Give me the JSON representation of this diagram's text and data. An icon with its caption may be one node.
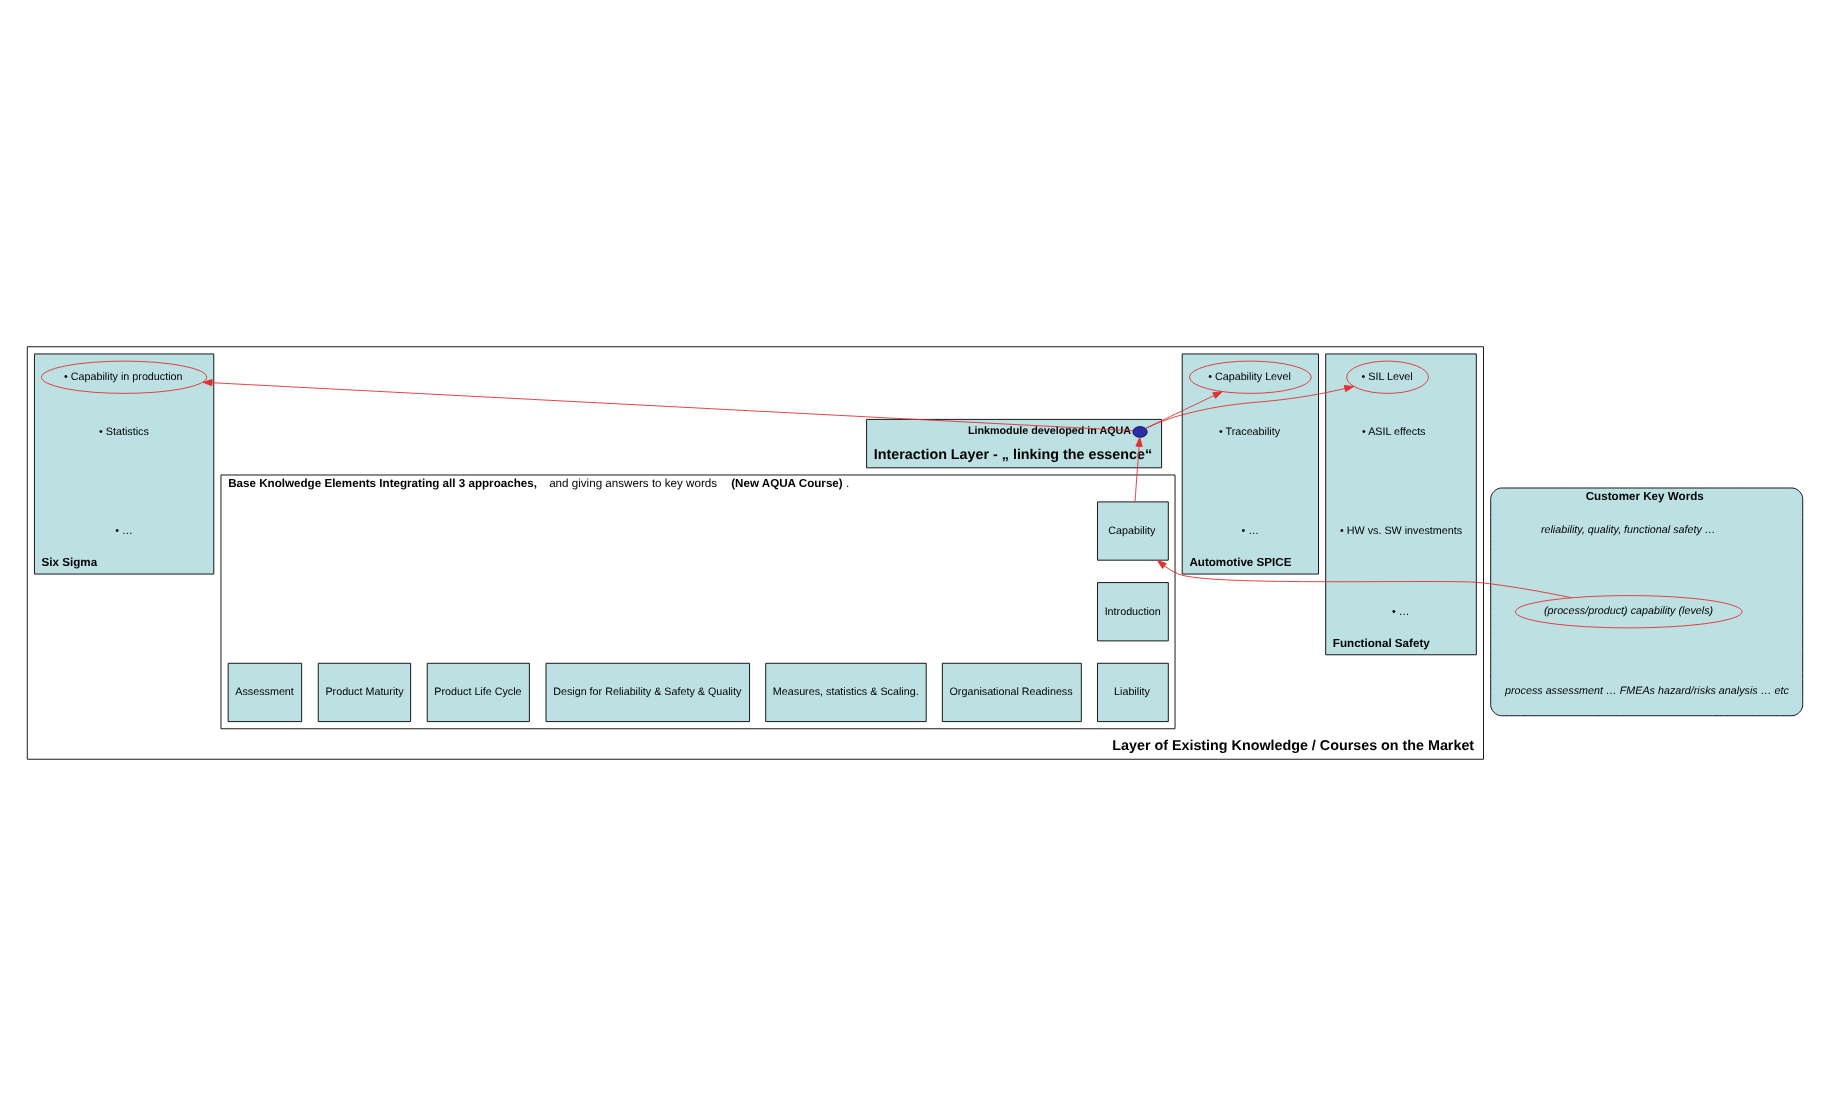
{
  "diagram": {
    "nodes": [
      {
        "text": [
          "Layer of Existing Knowledge / Courses on the Market"
        ]
      },
      {
        "text": [
          "Automotive SPICE"
        ],
        "in": 0
      },
      {
        "text": [
          "• Capability Level"
        ],
        "in": 1
      },
      {
        "text": [
          "• Traceability"
        ],
        "in": 1
      },
      {
        "text": [
          "• …"
        ],
        "in": 1
      },
      {
        "text": [
          "Functional Safety"
        ],
        "in": 0
      },
      {
        "text": [
          "• SIL Level"
        ],
        "in": 5
      },
      {
        "text": [
          "• ASIL effects"
        ],
        "in": 5
      },
      {
        "text": [
          "• HW vs. SW investments"
        ],
        "in": 5
      },
      {
        "text": [
          "• …"
        ],
        "in": 5
      },
      {
        "text": [
          "Six Sigma"
        ],
        "in": 0
      },
      {
        "text": [
          "• Capability in production"
        ],
        "in": 10
      },
      {
        "text": [
          "• Statistics"
        ],
        "in": 10
      },
      {
        "text": [
          "• …"
        ],
        "in": 10
      },
      {
        "text": [
          "Interaction Layer - „ linking the essence“"
        ],
        "in": 0
      },
      {
        "text": [],
        "shape": "circle",
        "beside": [
          "Linkmodule developed in AQUA"
        ],
        "in": 14
      },
      {
        "text": [
          "**Base Knolwedge Elements Integrating all 3 approaches,** and giving answers to key words **(New AQUA Course)**."
        ],
        "in": 0
      },
      {
        "text": [
          "Introduction"
        ],
        "in": 16
      },
      {
        "text": [
          "Liability"
        ],
        "in": 16
      },
      {
        "text": [
          "Organisational Readiness"
        ],
        "in": 16
      },
      {
        "text": [
          "Measures, statistics & Scaling."
        ],
        "in": 16
      },
      {
        "text": [
          "Capability"
        ],
        "in": 16
      },
      {
        "text": [
          "Design for Reliability & Safety & Quality"
        ],
        "in": 16
      },
      {
        "text": [
          "Product Life Cycle"
        ],
        "in": 16
      },
      {
        "text": [
          "Product Maturity"
        ],
        "in": 16
      },
      {
        "text": [
          "Assessment"
        ],
        "in": 16
      },
      {
        "text": [
          "Customer Key Words"
        ]
      },
      {
        "text": [
          "reliability, quality, functional safety …"
        ],
        "in": 26
      },
      {
        "text": [
          "(process/product) capability (levels)"
        ],
        "in": 26
      },
      {
        "text": [
          "process assessment … FMEAs hazard/risks analysis … etc"
        ],
        "in": 26
      }
    ],
    "edges": [
      {
        "from": 28,
        "to": 21,
        "arrow": "to"
      },
      {
        "from": 21,
        "to": 15,
        "arrow": "to"
      },
      {
        "from": 15,
        "to": 2,
        "arrow": "to"
      },
      {
        "from": 15,
        "to": 6,
        "arrow": "to"
      },
      {
        "from": 15,
        "to": 11,
        "arrow": "to"
      }
    ]
  }
}
